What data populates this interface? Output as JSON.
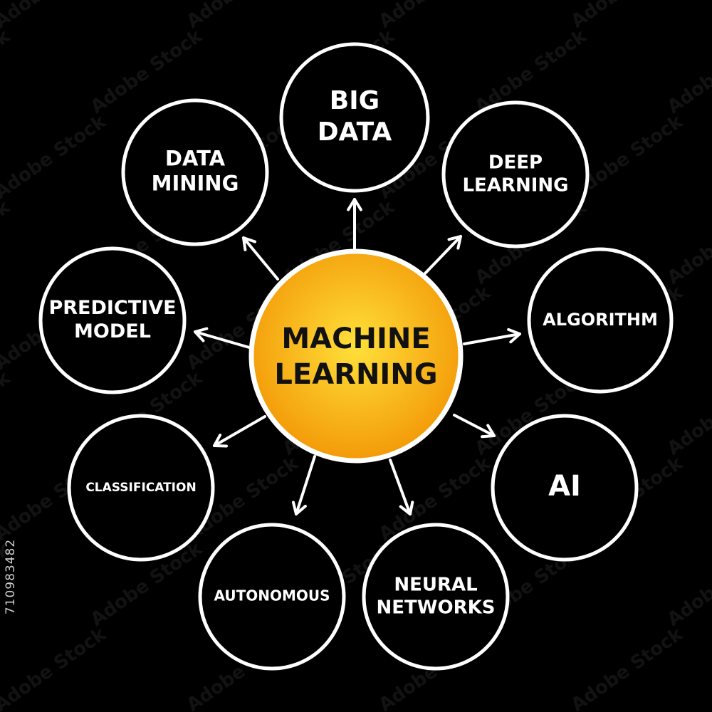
{
  "colors": {
    "background": "#000000",
    "stroke": "#ffffff",
    "center_fill_inner": "#ffe03a",
    "center_fill_outer": "#f39a08"
  },
  "center": {
    "lines": [
      "MACHINE",
      "LEARNING"
    ]
  },
  "nodes": [
    {
      "id": "big-data",
      "lines": [
        "BIG",
        "DATA"
      ]
    },
    {
      "id": "deep-learning",
      "lines": [
        "DEEP",
        "LEARNING"
      ]
    },
    {
      "id": "algorithm",
      "lines": [
        "ALGORITHM"
      ]
    },
    {
      "id": "ai",
      "lines": [
        "AI"
      ]
    },
    {
      "id": "neural-networks",
      "lines": [
        "NEURAL",
        "NETWORKS"
      ]
    },
    {
      "id": "autonomous",
      "lines": [
        "AUTONOMOUS"
      ]
    },
    {
      "id": "classification",
      "lines": [
        "CLASSIFICATION"
      ]
    },
    {
      "id": "predictive-model",
      "lines": [
        "PREDICTIVE",
        "MODEL"
      ]
    },
    {
      "id": "data-mining",
      "lines": [
        "DATA",
        "MINING"
      ]
    }
  ],
  "watermark": {
    "stock_id": "710983482",
    "brand_text": "Adobe Stock"
  }
}
